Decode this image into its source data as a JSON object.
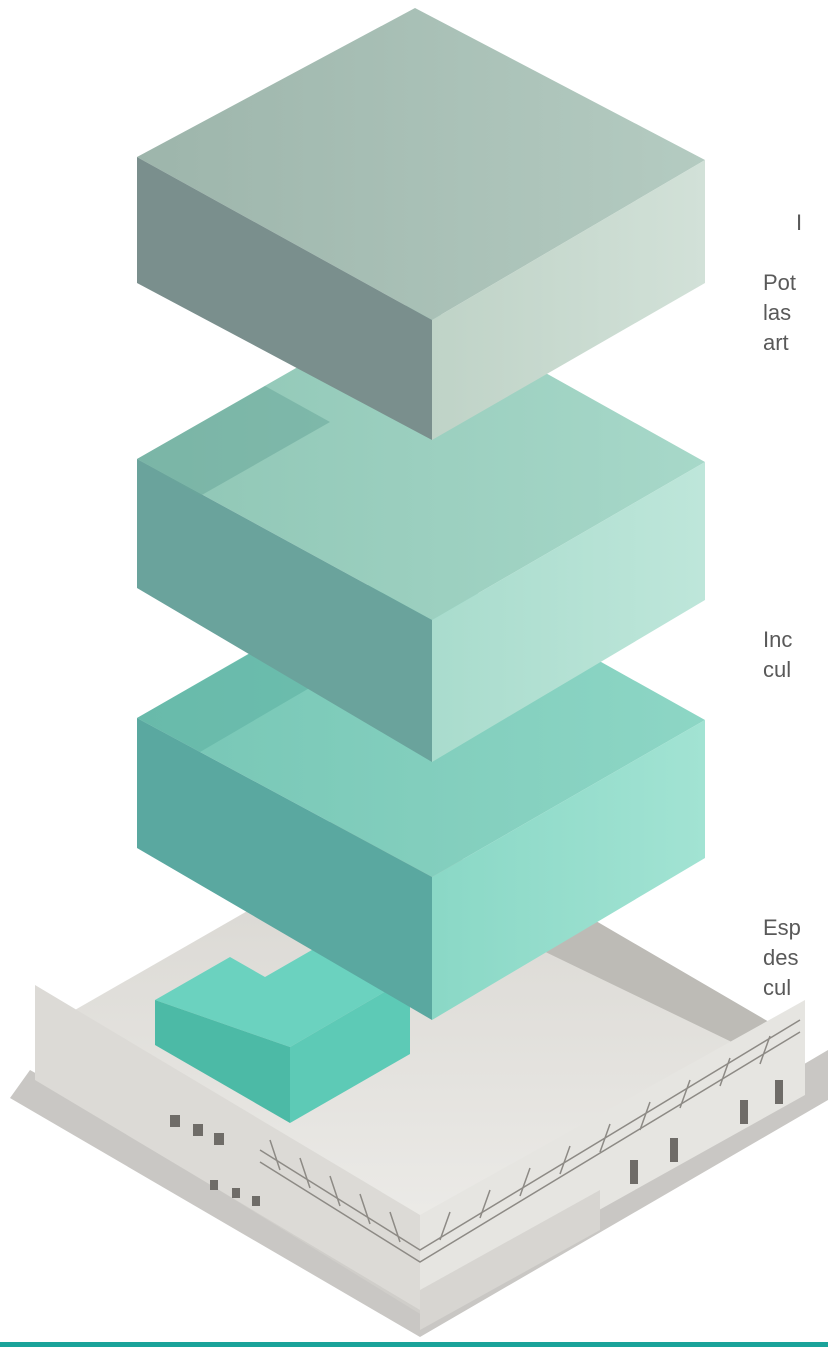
{
  "captions": {
    "top_letter": "I",
    "caption_1": [
      "Pot",
      "las",
      "art"
    ],
    "caption_2": [
      "Inc",
      "cul"
    ],
    "caption_3": [
      "Esp",
      "des",
      "cul"
    ]
  },
  "colors": {
    "top_block": "#a9c2b8",
    "middle_block": "#9ccfbf",
    "lower_block": "#84cdbd",
    "inner_block": "#5cc7b3",
    "building": "#e3e1dd",
    "accent_rule": "#1aa39a",
    "caption_text": "#595959"
  }
}
